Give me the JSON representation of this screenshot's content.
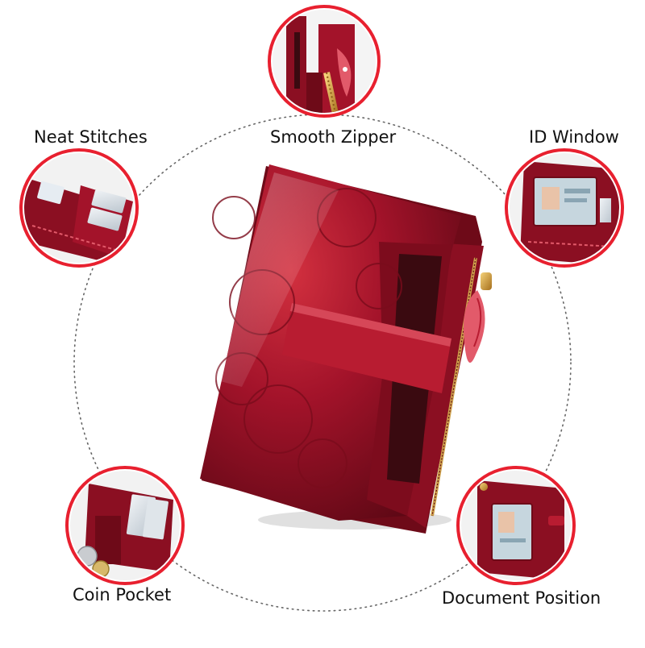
{
  "features": {
    "neat_stitches": "Neat Stitches",
    "smooth_zipper": "Smooth Zipper",
    "id_window": "ID Window",
    "coin_pocket": "Coin Pocket",
    "document_position": "Document Position"
  },
  "colors": {
    "wallet_red": "#a3132a",
    "wallet_dark": "#6e0a18",
    "wallet_highlight": "#e25a6a",
    "badge_ring": "#e8202f",
    "guide_dots": "#666666",
    "zipper_gold": "#d9a441"
  }
}
